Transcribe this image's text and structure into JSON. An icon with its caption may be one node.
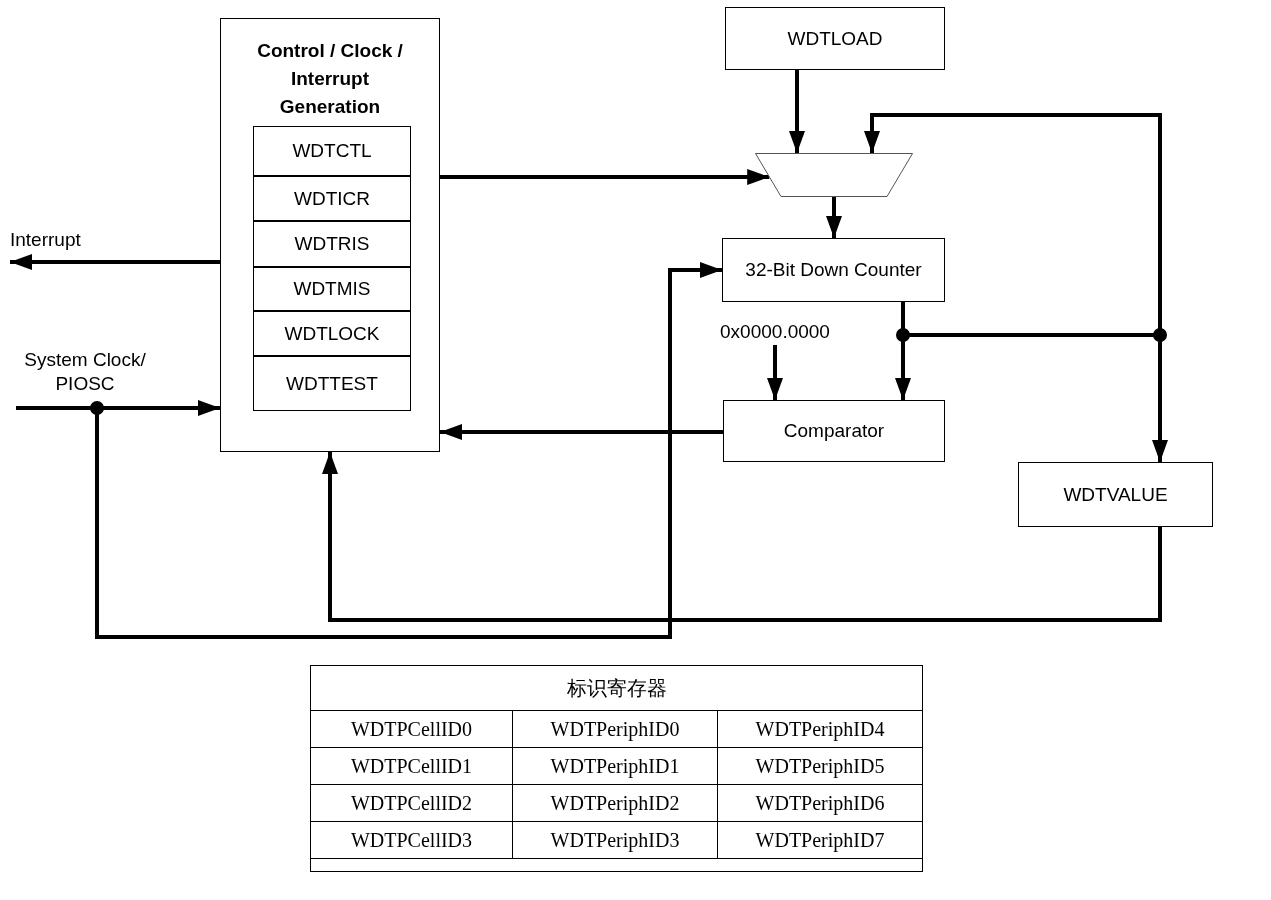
{
  "diagram": {
    "nodes": [
      {
        "text": [
          "Control / Clock / Interrupt Generation"
        ]
      },
      {
        "text": [
          "WDTCTL"
        ],
        "in": 0
      },
      {
        "text": [
          "WDTICR"
        ],
        "in": 0
      },
      {
        "text": [
          "WDTRIS"
        ],
        "in": 0
      },
      {
        "text": [
          "WDTMIS"
        ],
        "in": 0
      },
      {
        "text": [
          "WDTLOCK"
        ],
        "in": 0
      },
      {
        "text": [
          "WDTTEST"
        ],
        "in": 0
      },
      {
        "text": [
          "WDTLOAD"
        ]
      },
      {
        "text": [],
        "shape": "trapezoid"
      },
      {
        "text": [
          "32-Bit Down Counter"
        ]
      },
      {
        "text": [
          "Comparator"
        ]
      },
      {
        "text": [
          "WDTVALUE"
        ]
      },
      {
        "text": [
          "0x0000.0000"
        ]
      }
    ],
    "edges": [
      {
        "from": 0,
        "to": 8,
        "arrow": "to"
      },
      {
        "from": 7,
        "to": 8,
        "arrow": "to"
      },
      {
        "from": 9,
        "to": 8,
        "arrow": "to"
      },
      {
        "from": 8,
        "to": 9,
        "arrow": "to"
      },
      {
        "from": 9,
        "to": 10,
        "arrow": "to"
      },
      {
        "from": 9,
        "to": 11,
        "arrow": "to"
      },
      {
        "from": 12,
        "to": 10,
        "arrow": "to"
      },
      {
        "from": 10,
        "to": 0,
        "arrow": "to"
      },
      {
        "from": 11,
        "to": 0,
        "arrow": "to"
      },
      {
        "from": 0,
        "to": null,
        "arrow": "to",
        "label": "Interrupt"
      },
      {
        "from": null,
        "to": 0,
        "arrow": "to",
        "label": "System Clock/ PIOSC"
      },
      {
        "from": null,
        "to": 9,
        "arrow": "to"
      }
    ],
    "labels": [
      "标识寄存器",
      "WDTPCellID0",
      "WDTPeriphID0",
      "WDTPeriphID4",
      "WDTPCellID1",
      "WDTPeriphID1",
      "WDTPeriphID5",
      "WDTPCellID2",
      "WDTPeriphID2",
      "WDTPeriphID6",
      "WDTPCellID3",
      "WDTPeriphID3",
      "WDTPeriphID7"
    ]
  }
}
